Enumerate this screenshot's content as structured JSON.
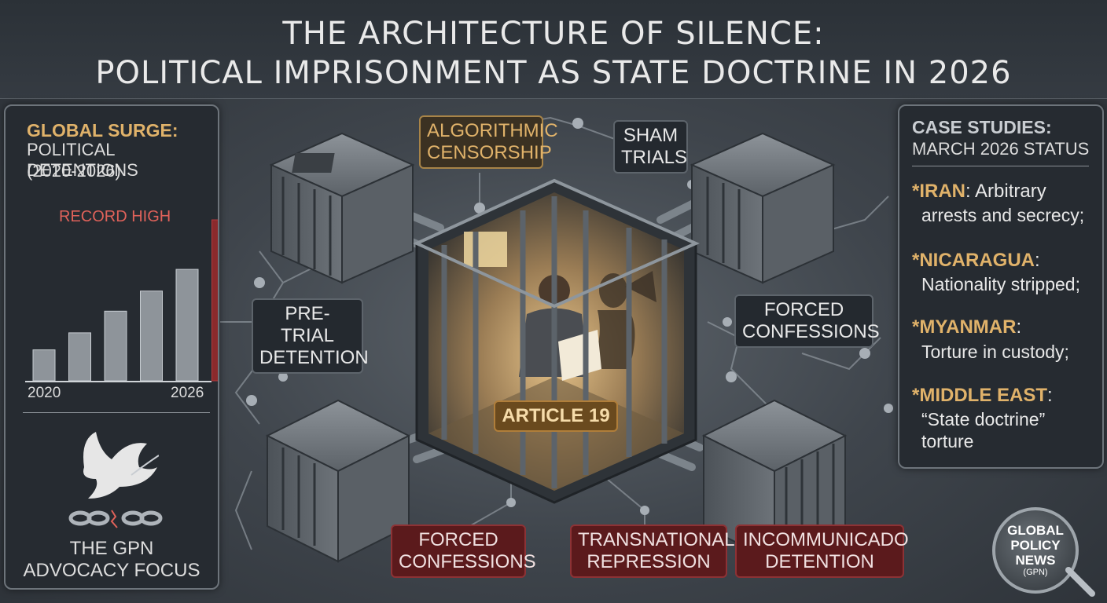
{
  "title": {
    "line1": "THE ARCHITECTURE OF SILENCE:",
    "line2": "POLITICAL IMPRISONMENT AS STATE DOCTRINE IN 2026"
  },
  "left_panel": {
    "heading_accent": "GLOBAL SURGE:",
    "heading_line2": "POLITICAL DETENTIONS",
    "heading_line3": "(2020-2026)",
    "record_label": "RECORD HIGH",
    "chart_data": {
      "type": "bar",
      "categories": [
        "2020",
        "",
        "",
        "",
        "",
        "2026"
      ],
      "values": [
        1,
        1.55,
        2.25,
        2.9,
        3.6,
        5.2
      ],
      "xlabel": "",
      "ylabel": "",
      "annotation": "RECORD HIGH",
      "tick_labels": [
        "2020",
        "2026"
      ],
      "colors": [
        "#8e949a",
        "#8e949a",
        "#8e949a",
        "#8e949a",
        "#8e949a",
        "#8b2a2c"
      ]
    },
    "advocacy_line1": "THE GPN",
    "advocacy_line2": "ADVOCACY FOCUS",
    "icons": [
      "dove-icon",
      "broken-chain-icon"
    ]
  },
  "center": {
    "tags": {
      "algorithmic": "ALGORITHMIC\nCENSORSHIP",
      "sham": "SHAM\nTRIALS",
      "pretrial": "PRE-TRIAL\nDETENTION",
      "forced_right": "FORCED\nCONFESSIONS",
      "article": "ARTICLE 19",
      "forced_bottom": "FORCED\nCONFESSIONS",
      "transnational": "TRANSNATIONAL\nREPRESSION",
      "incommunicado": "INCOMMUNICADO\nDETENTION"
    }
  },
  "right_panel": {
    "heading_line1": "CASE STUDIES:",
    "heading_line2": "MARCH 2026 STATUS",
    "cases": [
      {
        "country": "*IRAN",
        "note1": ": Arbitrary",
        "note2": "arrests and secrecy;"
      },
      {
        "country": "*NICARAGUA",
        "note1": ":",
        "note2": "Nationality stripped;"
      },
      {
        "country": "*MYANMAR",
        "note1": ":",
        "note2": "Torture in custody;"
      },
      {
        "country": "*MIDDLE EAST",
        "note1": ":",
        "note2": "“State doctrine”",
        "note3": "torture"
      }
    ]
  },
  "logo": {
    "line1": "GLOBAL",
    "line2": "POLICY",
    "line3": "NEWS",
    "line4": "(GPN)"
  },
  "colors": {
    "accent_gold": "#e0b26a",
    "alert_red": "#8b2a2c",
    "record_red": "#e0625a"
  }
}
